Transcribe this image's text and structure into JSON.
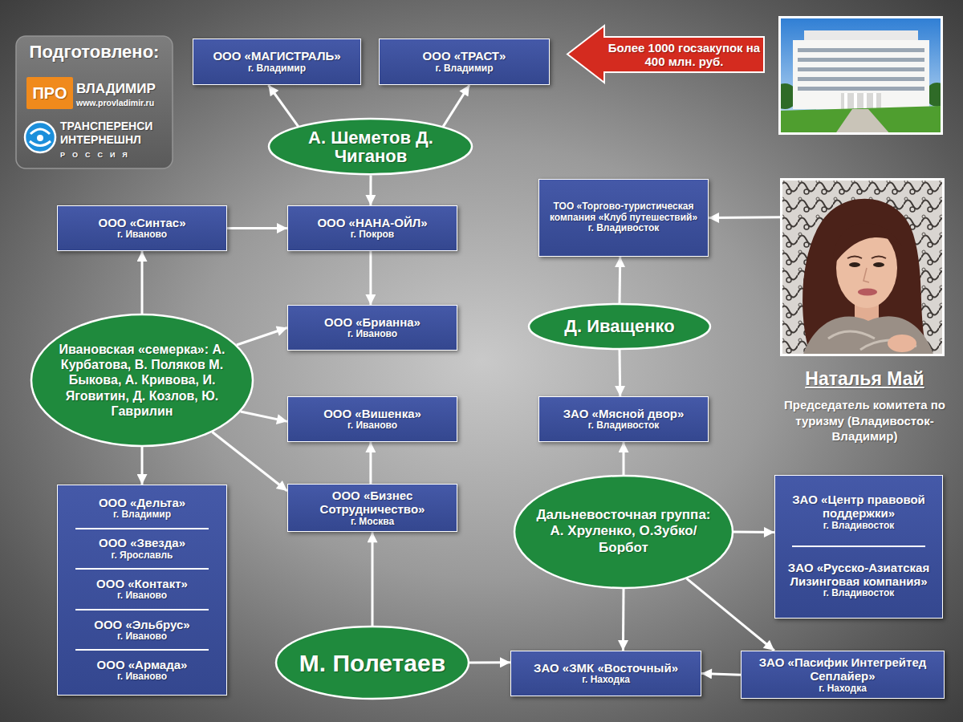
{
  "diagram": {
    "nodes": [
      {
        "text": [
          "Подготовлено:",
          "ВЛАДИМИР",
          "www.provladimir.ru",
          "ТРАНСПЕРЕНСИ ИНТЕРНЕШНЛ",
          "РОССИЯ"
        ]
      },
      {
        "text": [
          "ПРО"
        ],
        "in": 0
      },
      {
        "text": [
          "ООО «МАГИСТРАЛЬ»",
          "г. Владимир"
        ]
      },
      {
        "text": [
          "ООО «ТРАСТ»",
          "г. Владимир"
        ]
      },
      {
        "text": [
          "Более 1000 госзакупок на 400 млн. руб."
        ]
      },
      {
        "text": [
          "А. Шеметов Д. Чиганов"
        ]
      },
      {
        "text": [
          "ТОО «Торгово-туристическая компания «Клуб путешествий»",
          "г. Владивосток"
        ]
      },
      {
        "text": [
          "Наталья Май",
          "Председатель комитета по туризму (Владивосток-Владимир)"
        ]
      },
      {
        "text": [
          "ООО «Синтас»",
          "г. Иваново"
        ]
      },
      {
        "text": [
          "ООО «НАНА-ОЙЛ»",
          "г. Покров"
        ]
      },
      {
        "text": [
          "ООО «Брианна»",
          "г. Иваново"
        ]
      },
      {
        "text": [
          "Ивановская «семерка»: А. Курбатова, В. Поляков М. Быкова, А. Кривова, И. Яговитин, Д. Козлов, Ю. Гаврилин"
        ]
      },
      {
        "text": [
          "Д. Иващенко"
        ]
      },
      {
        "text": [
          "ООО «Вишенка»",
          "г. Иваново"
        ]
      },
      {
        "text": [
          "ЗАО «Мясной двор»",
          "г. Владивосток"
        ]
      },
      {
        "text": [
          "ООО «Дельта»",
          "г. Владимир",
          "ООО «Звезда»",
          "г. Ярославль",
          "ООО «Контакт»",
          "г. Иваново",
          "ООО «Эльбрус»",
          "г. Иваново",
          "ООО «Армада»",
          "г. Иваново"
        ]
      },
      {
        "text": [
          "ЗАО «Центр правовой поддержки»",
          "г. Владивосток",
          "ЗАО «Русско-Азиатская Лизинговая компания»",
          "г. Владивосток"
        ]
      },
      {
        "text": [
          "ООО «Бизнес Сотрудничество»",
          "г. Москва"
        ]
      },
      {
        "text": [
          "Дальневосточная группа: А. Хруленко, О.Зубко/Борбот"
        ]
      },
      {
        "text": [
          "М. Полетаев"
        ]
      },
      {
        "text": [
          "ЗАО «ЗМК «Восточный»",
          "г. Находка"
        ]
      },
      {
        "text": [
          "ЗАО «Пасифик Интегрейтед Сеплайер»",
          "г. Находка"
        ]
      }
    ],
    "edges": [
      {
        "from": 5,
        "to": 2,
        "arrow": "to"
      },
      {
        "from": 5,
        "to": 3,
        "arrow": "to"
      },
      {
        "from": 5,
        "to": 9,
        "arrow": "to"
      },
      {
        "from": 8,
        "to": 9,
        "arrow": "to"
      },
      {
        "from": 9,
        "to": 10,
        "arrow": "to"
      },
      {
        "from": 11,
        "to": 8,
        "arrow": "to"
      },
      {
        "from": 11,
        "to": 10,
        "arrow": "to"
      },
      {
        "from": 11,
        "to": 13,
        "arrow": "to"
      },
      {
        "from": 11,
        "to": 17,
        "arrow": "to"
      },
      {
        "from": 11,
        "to": 15,
        "arrow": "to"
      },
      {
        "from": 17,
        "to": 13,
        "arrow": "to"
      },
      {
        "from": 19,
        "to": 17,
        "arrow": "to"
      },
      {
        "from": 19,
        "to": 20,
        "arrow": "to"
      },
      {
        "from": 7,
        "to": 6,
        "arrow": "to"
      },
      {
        "from": 12,
        "to": 6,
        "arrow": "to"
      },
      {
        "from": 12,
        "to": 14,
        "arrow": "to"
      },
      {
        "from": 18,
        "to": 14,
        "arrow": "to"
      },
      {
        "from": 18,
        "to": 16,
        "arrow": "to"
      },
      {
        "from": 18,
        "to": 20,
        "arrow": "to"
      },
      {
        "from": 18,
        "to": 21,
        "arrow": "to"
      },
      {
        "from": 21,
        "to": 20,
        "arrow": "to"
      }
    ]
  }
}
